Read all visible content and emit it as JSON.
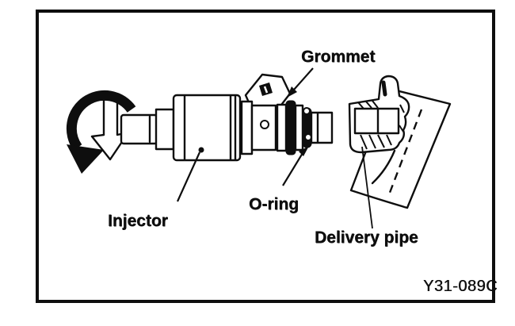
{
  "figure": {
    "type": "technical-line-diagram",
    "caption_code": "Y31-089C",
    "labels": {
      "grommet": "Grommet",
      "injector": "Injector",
      "oring": "O-ring",
      "delivery_pipe": "Delivery pipe"
    },
    "colors": {
      "ink": "#0e0e0e",
      "paper": "#ffffff"
    }
  }
}
